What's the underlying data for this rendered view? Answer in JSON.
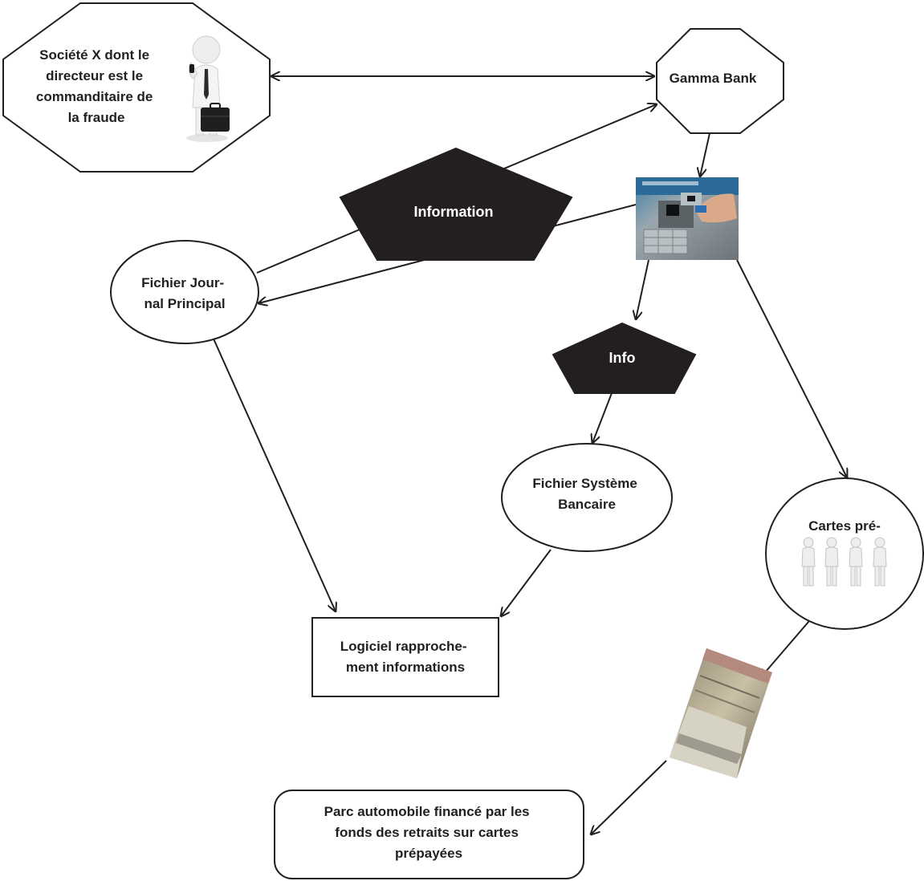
{
  "nodes": {
    "societe": {
      "lines": [
        "Société X dont le",
        "directeur est le",
        "commanditaire de",
        "la fraude"
      ],
      "icon": "businessman-with-briefcase-icon"
    },
    "gamma": {
      "label": "Gamma Bank"
    },
    "atm": {
      "icon": "atm-card-insertion-photo"
    },
    "information": {
      "label": "Information"
    },
    "info": {
      "label": "Info"
    },
    "journal": {
      "lines": [
        "Fichier Jour-",
        "nal Principal"
      ]
    },
    "systeme": {
      "lines": [
        "Fichier Système",
        "Bancaire"
      ]
    },
    "cartes": {
      "label": "Cartes pré-",
      "icon": "four-persons-icon"
    },
    "logiciel": {
      "lines": [
        "Logiciel rapproche-",
        "ment informations"
      ]
    },
    "cash": {
      "icon": "banknote-bundle-photo"
    },
    "parc": {
      "lines": [
        "Parc automobile financé par les",
        "fonds des retraits sur cartes",
        "prépayées"
      ]
    }
  },
  "colors": {
    "stroke": "#231f20",
    "dark_fill": "#231f20",
    "light_text": "#ffffff"
  }
}
